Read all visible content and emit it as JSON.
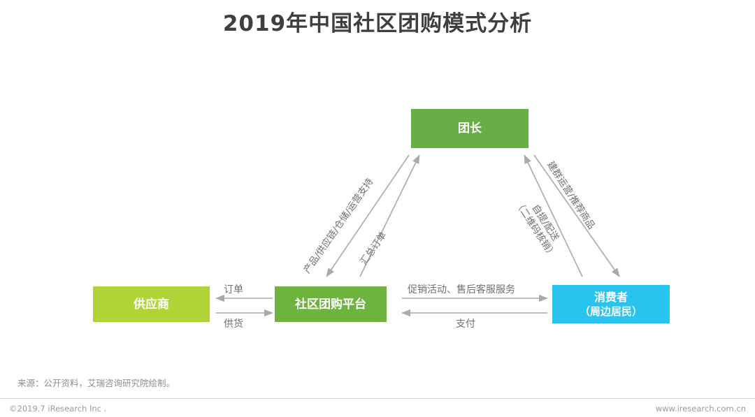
{
  "page": {
    "title": "2019年中国社区团购模式分析",
    "background": "#ffffff"
  },
  "colors": {
    "leader_green": "#66ae45",
    "platform_green": "#6fb33f",
    "supplier_green": "#b0d336",
    "consumer_blue": "#29c3ef",
    "arrow_gray": "#a9a9a9",
    "label_gray": "#6f6f6f",
    "title_gray": "#3f3f3f"
  },
  "diagram": {
    "type": "flow",
    "nodes": [
      {
        "id": "leader",
        "label": "团长",
        "label_line2": "",
        "color": "#66ae45"
      },
      {
        "id": "supplier",
        "label": "供应商",
        "label_line2": "",
        "color": "#b0d336"
      },
      {
        "id": "platform",
        "label": "社区团购平台",
        "label_line2": "",
        "color": "#6fb33f"
      },
      {
        "id": "consumer",
        "label": "消费者",
        "label_line2": "（周边居民）",
        "color": "#29c3ef"
      }
    ],
    "edges": [
      {
        "id": "order",
        "label": "订单",
        "from": "platform",
        "to": "supplier",
        "direction": "left"
      },
      {
        "id": "supply",
        "label": "供货",
        "from": "supplier",
        "to": "platform",
        "direction": "right"
      },
      {
        "id": "promo",
        "label": "促销活动、售后客服服务",
        "from": "platform",
        "to": "consumer",
        "direction": "right"
      },
      {
        "id": "pay",
        "label": "支付",
        "from": "consumer",
        "to": "platform",
        "direction": "left"
      },
      {
        "id": "product",
        "label": "产品/供应链/仓储/运营支持",
        "from": "leader",
        "to": "platform",
        "direction": "down-left"
      },
      {
        "id": "summary",
        "label": "汇总订单",
        "from": "platform",
        "to": "leader",
        "direction": "up-right"
      },
      {
        "id": "group",
        "label": "建群运营/推荐商品",
        "from": "leader",
        "to": "consumer",
        "direction": "down-right"
      },
      {
        "id": "pickup",
        "label": "自提/配送",
        "label_sub": "（二维码核销）",
        "from": "consumer",
        "to": "leader",
        "direction": "up-left"
      }
    ]
  },
  "footer": {
    "source": "来源：公开资料，艾瑞咨询研究院绘制。",
    "copyright": "©2019.7 iResearch Inc .",
    "url": "www.iresearch.com.cn"
  }
}
